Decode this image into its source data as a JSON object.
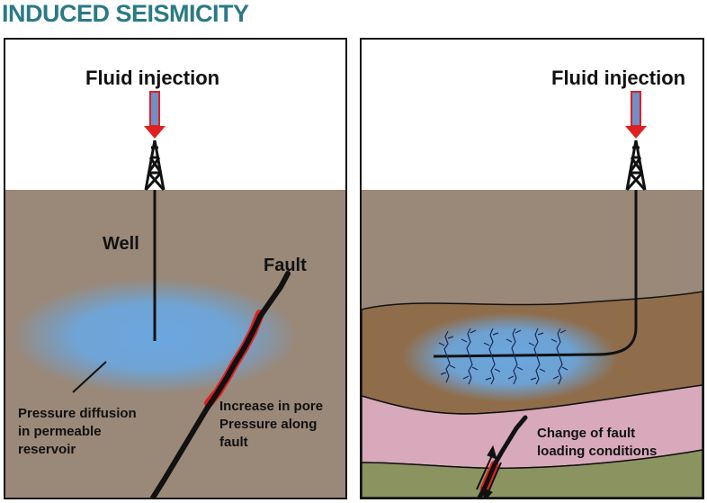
{
  "title": "INDUCED SEISMICITY",
  "left_panel": {
    "injection_label": "Fluid injection",
    "well_label": "Well",
    "fault_label": "Fault",
    "pressure_label": "Pressure diffusion\nin permeable\nreservoir",
    "pore_label": "Increase in pore\nPressure along\nfault"
  },
  "right_panel": {
    "injection_label": "Fluid injection",
    "fault_change_label": "Change of fault\nloading conditions"
  },
  "colors": {
    "title": "#2a7a86",
    "ground": "#9a8878",
    "reservoir": "#8f6d4b",
    "pink_layer": "#d7a9bb",
    "green_layer": "#8b9360",
    "pressure_blue": "#6aa7e0",
    "fault_red": "#e02020",
    "arrow_fill": "#6f8fc7"
  }
}
